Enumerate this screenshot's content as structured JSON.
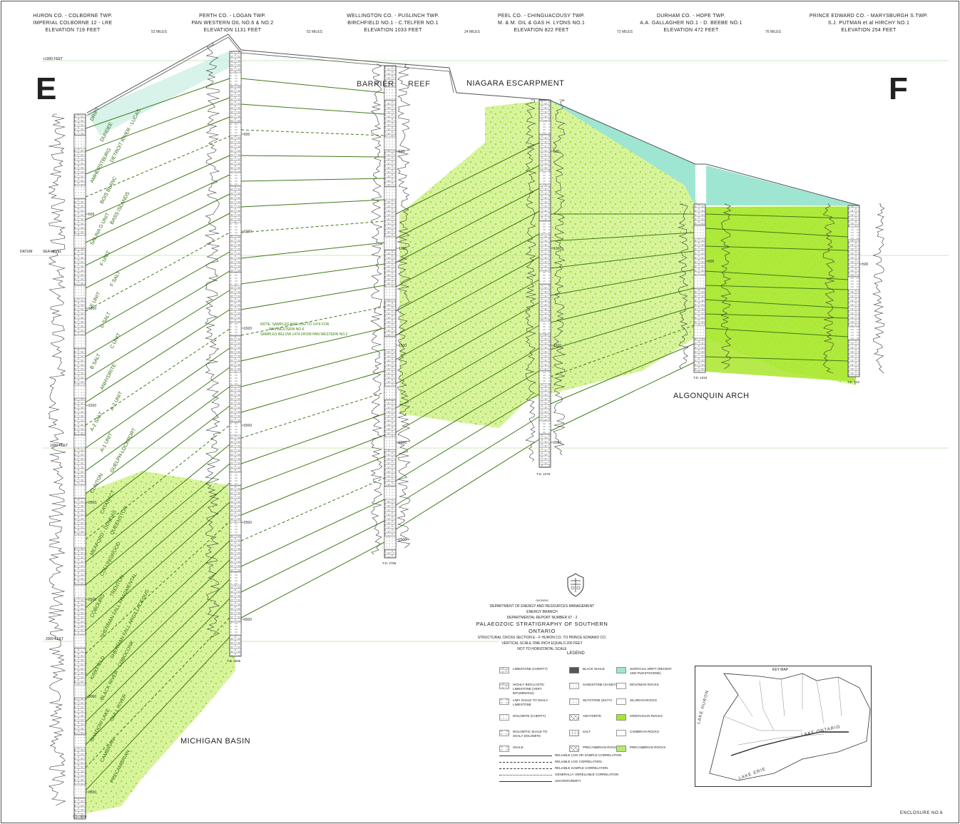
{
  "wells": [
    {
      "lines": [
        "HURON CO. - COLBORNE TWP.",
        "IMPERIAL COLBORNE 12 - LRE",
        "ELEVATION 719 FEET"
      ]
    },
    {
      "lines": [
        "PERTH CO. - LOGAN TWP.",
        "PAN WESTERN OIL NO.6 & NO.2",
        "ELEVATION 1131 FEET"
      ]
    },
    {
      "lines": [
        "WELLINGTON CO. - PUSLINCH TWP.",
        "BIRCHFIELD NO.1 - C.TELFER NO.1",
        "ELEVATION 1033 FEET"
      ]
    },
    {
      "lines": [
        "PEEL CO. - CHINGUACOUSY TWP.",
        "M. & M. OIL & GAS H. LYONS NO.1",
        "ELEVATION 822 FEET"
      ]
    },
    {
      "lines": [
        "DURHAM CO. - HOPE TWP.",
        "A.A. GALLAGHER NO.1 - D. BEEBE NO.1",
        "ELEVATION 472 FEET"
      ]
    },
    {
      "lines": [
        "PRINCE EDWARD CO. - MARYSBURGH S.TWP.",
        "S.J. PUTMAN et al HIRCHY NO.1",
        "ELEVATION 254 FEET"
      ]
    }
  ],
  "distances": [
    "52 MILES",
    "52 MILES",
    "24 MILES",
    "72 MILES",
    "76 MILES"
  ],
  "section_letters": {
    "left": "E",
    "right": "F"
  },
  "scale_marks": {
    "top": "+1000 FEET",
    "datum": "DATUM",
    "sea_level": "SEA LEVEL",
    "minus1000": "1000 FEET",
    "minus2000": "2000 FEET"
  },
  "area_labels": {
    "barrier": "BARRIER",
    "reef": "REEF",
    "niagara": "NIAGARA ESCARPMENT",
    "algonquin": "ALGONQUIN ARCH",
    "michigan": "MICHIGAN BASIN"
  },
  "formations": [
    "DRIFT",
    "DUNDEE",
    "DETROIT RIVER - LUCAS",
    "AMHERSTBURG",
    "BOIS BLANC",
    "BASS ISLANDS",
    "SALINA G UNIT",
    "F UNIT",
    "F SALT",
    "E UNIT",
    "D SALT",
    "C UNIT",
    "B SALT",
    "ANHYDRITE",
    "A-2 UNIT",
    "A-2 SALT",
    "A-1 UNIT",
    "GUELPH-LOCKPORT",
    "CLINTON",
    "CATARACT",
    "QUEENSTON",
    "MEAFORD - DUNDAS",
    "COLLINGWOOD",
    "TRENTON",
    "COBOURG",
    "SHERMAN FALL FRAGMENTAL",
    "SHERMAN FALL ARGILLACEOUS",
    "KIRKFIELD",
    "BLACK RIVER - COBOCONK",
    "GULL RIVER",
    "SHADOW LAKE",
    "CAMBRIAN",
    "PRECAMBRIAN"
  ],
  "depth_ticks": {
    "w1": [
      "500",
      "1000",
      "1500",
      "2000",
      "2500",
      "3000",
      "3500"
    ],
    "w2": [
      "500",
      "1000",
      "1500",
      "2000",
      "2500",
      "3000"
    ],
    "w3": [
      "500",
      "1000",
      "1500",
      "2000",
      "2500"
    ],
    "w4": [
      "500",
      "1000",
      "1500",
      "2000"
    ],
    "w5": [
      "500"
    ],
    "w6": [
      "500"
    ]
  },
  "total_depths": [
    "T.D. 3640",
    "T.D. 3206",
    "T.D. 2786",
    "T.D. 2475",
    "T.D. 1016",
    "T.D. 613"
  ],
  "note": [
    "NOTE: SAMPLES AND LOG TO 1474 FOR",
    "PAN WESTERN NO.6",
    "SAMPLES BELOW 1474 FROM PAN WESTERN NO.2"
  ],
  "title_block": {
    "province": "ONTARIO",
    "dept": "DEPARTMENT OF ENERGY AND RESOURCES MANAGEMENT",
    "branch": "ENERGY BRANCH",
    "report": "DEPARTMENTAL REPORT NUMBER 67 - 2",
    "title": "PALAEOZOIC STRATIGRAPHY OF SOUTHERN ONTARIO",
    "section": "STRUCTURAL CROSS SECTION E - F HURON CO. TO PRINCE EDWARD CO.",
    "vscale": "VERTICAL SCALE ONE INCH EQUALS 200 FEET",
    "hscale": "NOT TO HORIZONTAL SCALE"
  },
  "legend": {
    "heading": "LEGEND",
    "rock_items": [
      {
        "label": "LIMESTONE (CHERTY)",
        "pattern": "brick"
      },
      {
        "label": "HIGHLY BIOCLASTIC LIMESTONE (VERY BITUMINOUS)",
        "pattern": "brick"
      },
      {
        "label": "LIMY SHALE TO SHALY LIMESTONE",
        "pattern": "dash"
      },
      {
        "label": "DOLOMITE (CHERTY)",
        "pattern": "dolo"
      },
      {
        "label": "DOLOMITIC SHALE TO SHALY DOLOMITE",
        "pattern": "dash"
      },
      {
        "label": "SHALE",
        "pattern": "dash"
      },
      {
        "label": "BLACK SHALE",
        "pattern": "dark"
      },
      {
        "label": "SANDSTONE (SANDY)",
        "pattern": "dots"
      },
      {
        "label": "SILTSTONE (SILTY)",
        "pattern": "dots"
      },
      {
        "label": "ANHYDRITE",
        "pattern": "cross"
      },
      {
        "label": "SALT",
        "pattern": "grid"
      },
      {
        "label": "PRECAMBRIAN ROCKS",
        "pattern": "cross"
      }
    ],
    "age_items": [
      {
        "label": "SURFICIAL DRIFT (RECENT AND PLEISTOCENE)",
        "color": "#9fe6d2"
      },
      {
        "label": "DEVONIAN ROCKS",
        "color": "#ffffff"
      },
      {
        "label": "SILURIAN ROCKS",
        "color": "#ffffff"
      },
      {
        "label": "ORDOVICIAN ROCKS",
        "color": "#a8e62a"
      },
      {
        "label": "CAMBRIAN ROCKS",
        "color": "#ffffff"
      },
      {
        "label": "PRECAMBRIAN ROCKS",
        "color": "#b8e870"
      }
    ],
    "line_items": [
      {
        "label": "RELIABLE LOG OR SAMPLE CORRELATION",
        "style": "solid"
      },
      {
        "label": "RELIABLE LOG CORRELATION",
        "style": "dashed"
      },
      {
        "label": "RELIABLE SAMPLE CORRELATION",
        "style": "dashdot"
      },
      {
        "label": "GENERALLY UNRELIABLE CORRELATION",
        "style": "dotted"
      },
      {
        "label": "UNCONFORMITY",
        "style": "wavy"
      }
    ]
  },
  "key_map": {
    "title": "KEY MAP",
    "lakes": [
      "LAKE HURON",
      "LAKE ONTARIO",
      "LAKE ERIE"
    ]
  },
  "enclosure": "ENCLOSURE NO.6",
  "colors": {
    "ordovician": "#a8e62a",
    "drift": "#9fe6d2",
    "lines": "#3e7a18",
    "ink": "#333333"
  }
}
